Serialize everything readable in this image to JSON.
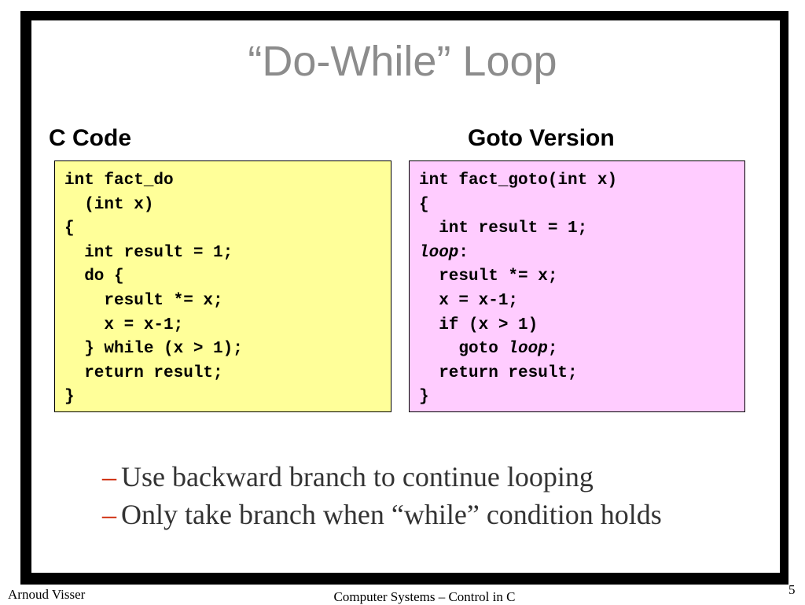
{
  "title": "“Do-While” Loop",
  "left_panel": {
    "heading": "C Code",
    "bg_color": "#ffff99",
    "code_lines": [
      "int fact_do",
      "  (int x)",
      "{",
      "  int result = 1;",
      "  do {",
      "    result *= x;",
      "    x = x-1;",
      "  } while (x > 1);",
      "  return result;",
      "}"
    ]
  },
  "right_panel": {
    "heading": "Goto Version",
    "bg_color": "#ffccff",
    "code_lines": [
      "int fact_goto(int x)",
      "{",
      "  int result = 1;",
      "loop:",
      "  result *= x;",
      "  x = x-1;",
      "  if (x > 1)",
      "    goto loop;",
      "  return result;",
      "}"
    ],
    "label_name": "loop"
  },
  "bullets": {
    "marker": "–",
    "items": [
      "Use backward branch to continue looping",
      "Only take branch when “while” condition holds"
    ]
  },
  "footer": {
    "author": "Arnoud Visser",
    "course": "Computer Systems – Control in C",
    "page_number": "5"
  },
  "colors": {
    "title": "#8c8c8c",
    "bullet_marker": "#cc2200",
    "bullet_text": "#333333"
  }
}
